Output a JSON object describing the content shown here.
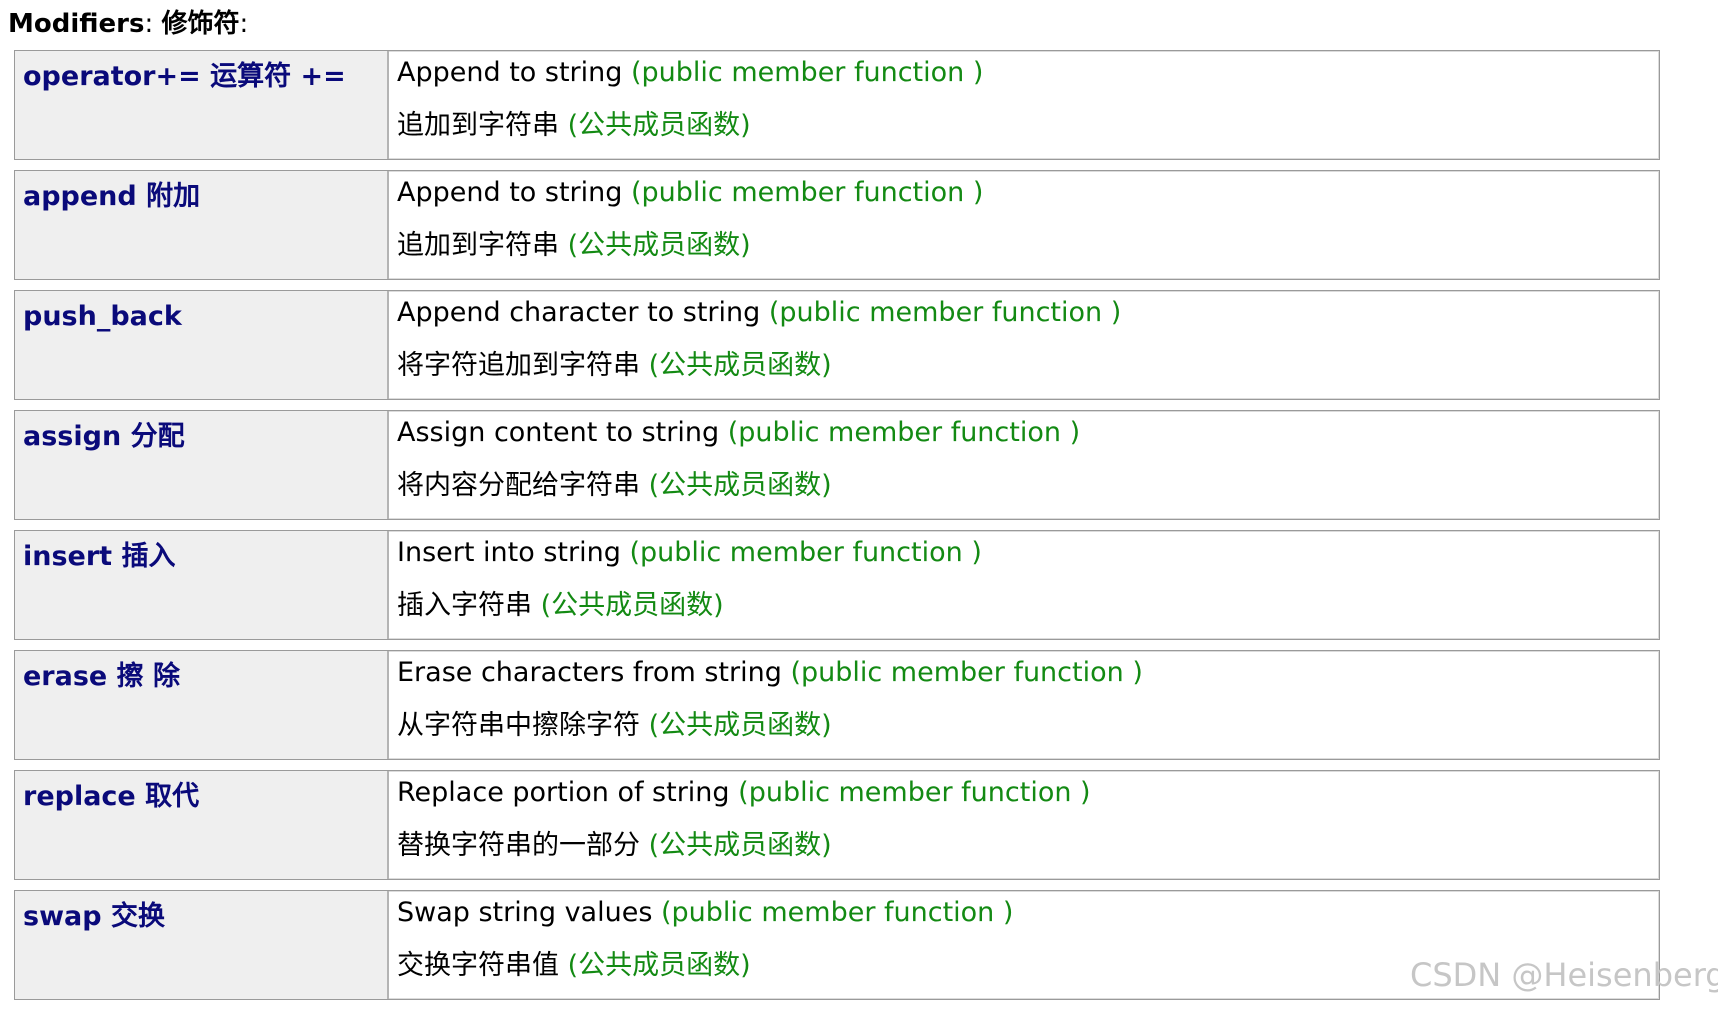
{
  "heading": {
    "label": "Modifiers",
    "separator": ": ",
    "chinese": "修饰符",
    "trailing": ":"
  },
  "rows": [
    {
      "name": "operator+= 运算符 +=",
      "desc_en": "Append to string",
      "tag_en": "(public member function )",
      "desc_zh": "追加到字符串",
      "tag_zh": "(公共成员函数)"
    },
    {
      "name": "append 附加",
      "desc_en": "Append to string",
      "tag_en": "(public member function )",
      "desc_zh": "追加到字符串",
      "tag_zh": "(公共成员函数)"
    },
    {
      "name": "push_back",
      "desc_en": "Append character to string",
      "tag_en": "(public member function )",
      "desc_zh": "将字符追加到字符串",
      "tag_zh": "(公共成员函数)"
    },
    {
      "name": "assign 分配",
      "desc_en": "Assign content to string",
      "tag_en": "(public member function )",
      "desc_zh": "将内容分配给字符串",
      "tag_zh": "(公共成员函数)"
    },
    {
      "name": "insert 插入",
      "desc_en": "Insert into string",
      "tag_en": "(public member function )",
      "desc_zh": "插入字符串",
      "tag_zh": "(公共成员函数)"
    },
    {
      "name": "erase 擦 除",
      "desc_en": "Erase characters from string",
      "tag_en": "(public member function )",
      "desc_zh": "从字符串中擦除字符",
      "tag_zh": "(公共成员函数)"
    },
    {
      "name": "replace 取代",
      "desc_en": "Replace portion of string",
      "tag_en": "(public member function )",
      "desc_zh": "替换字符串的一部分",
      "tag_zh": "(公共成员函数)"
    },
    {
      "name": "swap 交换",
      "desc_en": "Swap string values",
      "tag_en": "(public member function )",
      "desc_zh": "交换字符串值",
      "tag_zh": "(公共成员函数)"
    }
  ],
  "watermark": "CSDN @Heisenberg~",
  "colors": {
    "name_text": "#0a0a7a",
    "tag_text": "#138a13",
    "name_cell_bg": "#efefef",
    "border": "#9a9a9a"
  }
}
